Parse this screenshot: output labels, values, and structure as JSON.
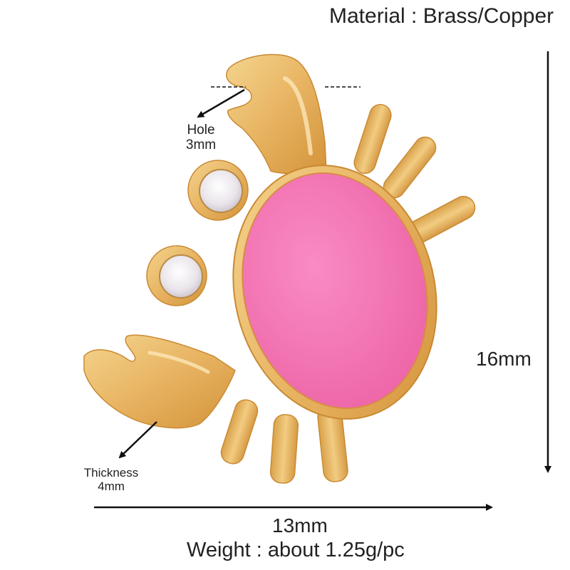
{
  "product": {
    "name": "Crab pendant charm",
    "body_color": "#F472B0",
    "metal_color": "#E7B75F",
    "stone_color": "#F1EEF0"
  },
  "annotations": {
    "material": "Material : Brass/Copper",
    "hole": {
      "title": "Hole",
      "value": "3mm"
    },
    "thickness": {
      "title": "Thickness",
      "value": "4mm"
    },
    "height": "16mm",
    "width": "13mm",
    "weight": "Weight : about 1.25g/pc"
  },
  "colors": {
    "text": "#222222",
    "arrow": "#111111",
    "background": "#FFFFFF"
  }
}
